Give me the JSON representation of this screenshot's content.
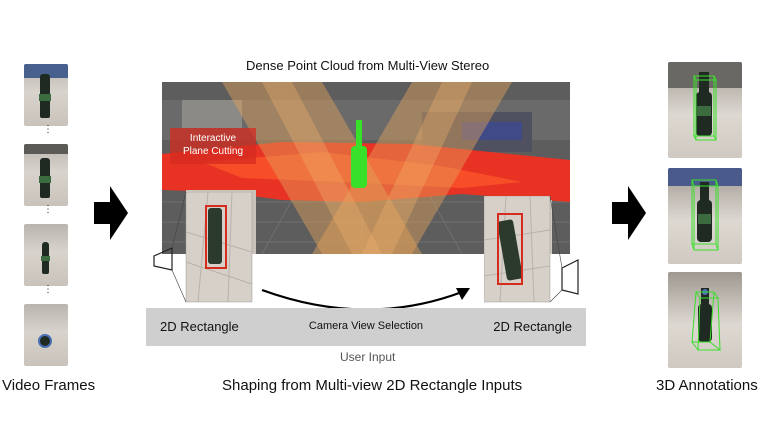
{
  "labels": {
    "video_frames": "Video Frames",
    "shaping": "Shaping from Multi-view 2D Rectangle Inputs",
    "annotations_3d": "3D Annotations",
    "dense_cloud": "Dense Point Cloud from Multi-View Stereo",
    "plane_cutting": "Interactive\nPlane Cutting",
    "rect_left": "2D Rectangle",
    "camera_selection": "Camera View Selection",
    "rect_right": "2D Rectangle",
    "user_input": "User Input",
    "ellipsis": "⋮"
  },
  "colors": {
    "accent_green": "#39e02a",
    "cloud_red": "#ff2a1a",
    "plane_orange": "#e3a25a",
    "box_red": "#d62b1f"
  }
}
